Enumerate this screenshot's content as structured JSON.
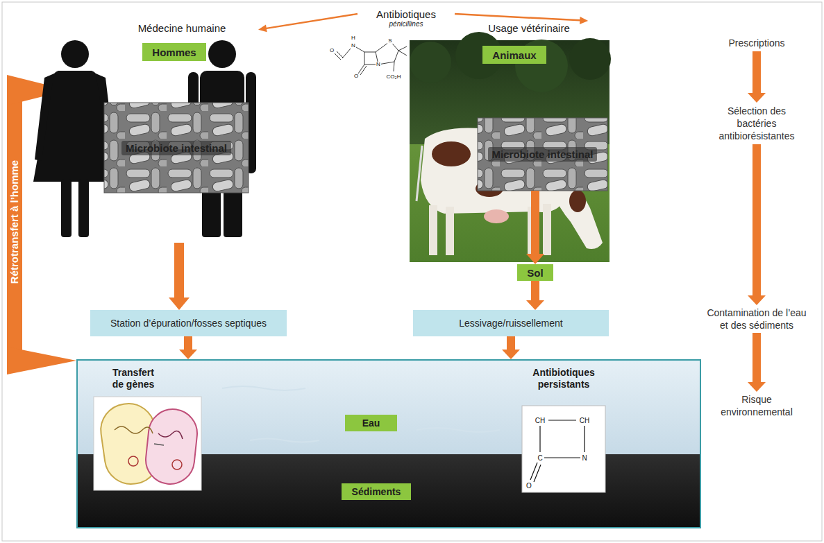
{
  "diagram": {
    "nodes": [
      {
        "text": [
          "Antibiotiques",
          "pénicillines"
        ]
      },
      {
        "text": [
          "Médecine humaine"
        ]
      },
      {
        "text": [
          "Hommes"
        ],
        "in": 1
      },
      {
        "text": [
          "Microbiote intestinal"
        ],
        "in": 1
      },
      {
        "text": [
          "Usage vétérinaire"
        ]
      },
      {
        "text": [
          "Animaux"
        ],
        "in": 4
      },
      {
        "text": [
          "Microbiote intestinal"
        ],
        "in": 4
      },
      {
        "text": [
          "Sol"
        ],
        "in": 4
      },
      {
        "text": [
          "Station d’épuration/fosses septiques"
        ]
      },
      {
        "text": [
          "Lessivage/ruissellement"
        ]
      },
      {
        "text": [
          "Transfert de gènes",
          "Antibiotiques persistants"
        ]
      },
      {
        "text": [
          "Eau"
        ],
        "in": 10
      },
      {
        "text": [
          "Sédiments"
        ],
        "in": 10
      },
      {
        "text": [
          "Prescriptions"
        ]
      },
      {
        "text": [
          "Sélection des bactéries antibiorésistantes"
        ]
      },
      {
        "text": [
          "Contamination de l’eau et des sédiments"
        ]
      },
      {
        "text": [
          "Risque environnemental"
        ]
      },
      {
        "text": [
          "Rétrotransfert à l’homme"
        ]
      }
    ],
    "edges": [
      {
        "from": 0,
        "to": 1,
        "arrow": "to"
      },
      {
        "from": 0,
        "to": 4,
        "arrow": "to"
      },
      {
        "from": 1,
        "to": 8,
        "arrow": "to"
      },
      {
        "from": 6,
        "to": 7,
        "arrow": "to"
      },
      {
        "from": 7,
        "to": 9,
        "arrow": "to"
      },
      {
        "from": 8,
        "to": 10,
        "arrow": "to"
      },
      {
        "from": 9,
        "to": 10,
        "arrow": "to"
      },
      {
        "from": 13,
        "to": 14,
        "arrow": "to"
      },
      {
        "from": 14,
        "to": 15,
        "arrow": "to"
      },
      {
        "from": 15,
        "to": 16,
        "arrow": "to"
      }
    ],
    "labels": [
      "O",
      "H",
      "N",
      "S",
      "N",
      "O",
      "CO₂H",
      "CH",
      "CH",
      "C",
      "N",
      "O"
    ]
  }
}
